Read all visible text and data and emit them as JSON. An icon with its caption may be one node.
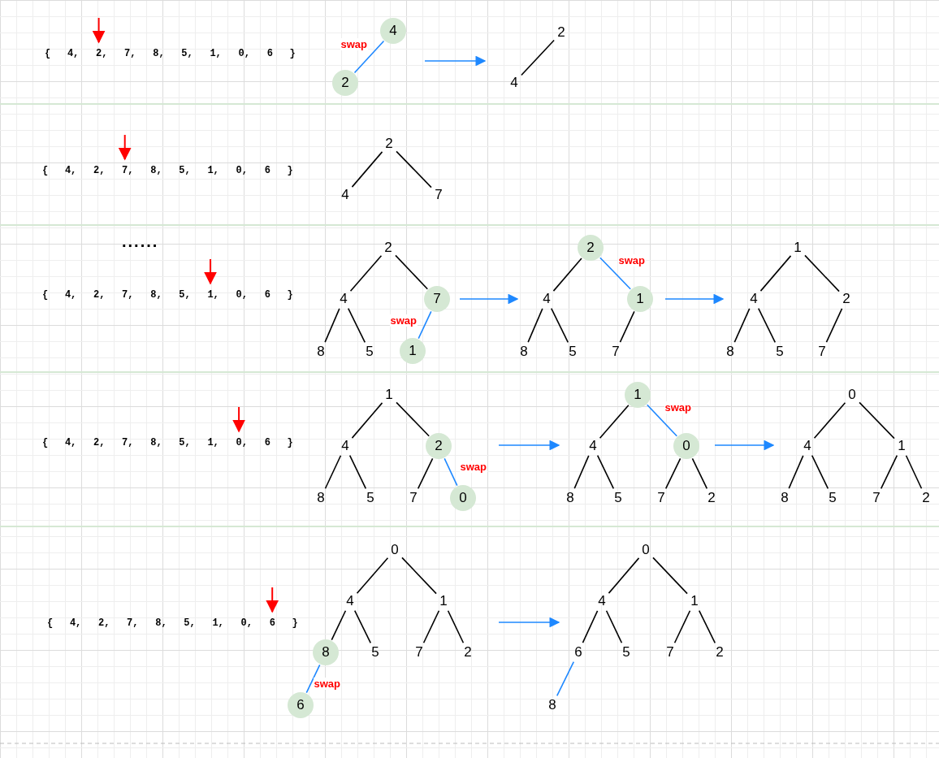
{
  "diagram": {
    "nodes": [
      {
        "text": [
          "4"
        ]
      },
      {
        "text": [
          "2"
        ]
      },
      {
        "text": [
          "2"
        ]
      },
      {
        "text": [
          "4"
        ]
      },
      {
        "text": [
          "2"
        ]
      },
      {
        "text": [
          "4"
        ]
      },
      {
        "text": [
          "7"
        ]
      },
      {
        "text": [
          "2"
        ]
      },
      {
        "text": [
          "4"
        ]
      },
      {
        "text": [
          "7"
        ]
      },
      {
        "text": [
          "8"
        ]
      },
      {
        "text": [
          "5"
        ]
      },
      {
        "text": [
          "1"
        ]
      },
      {
        "text": [
          "2"
        ]
      },
      {
        "text": [
          "4"
        ]
      },
      {
        "text": [
          "1"
        ]
      },
      {
        "text": [
          "8"
        ]
      },
      {
        "text": [
          "5"
        ]
      },
      {
        "text": [
          "7"
        ]
      },
      {
        "text": [
          "1"
        ]
      },
      {
        "text": [
          "4"
        ]
      },
      {
        "text": [
          "2"
        ]
      },
      {
        "text": [
          "8"
        ]
      },
      {
        "text": [
          "5"
        ]
      },
      {
        "text": [
          "7"
        ]
      },
      {
        "text": [
          "1"
        ]
      },
      {
        "text": [
          "4"
        ]
      },
      {
        "text": [
          "2"
        ]
      },
      {
        "text": [
          "8"
        ]
      },
      {
        "text": [
          "5"
        ]
      },
      {
        "text": [
          "7"
        ]
      },
      {
        "text": [
          "0"
        ]
      },
      {
        "text": [
          "1"
        ]
      },
      {
        "text": [
          "4"
        ]
      },
      {
        "text": [
          "0"
        ]
      },
      {
        "text": [
          "8"
        ]
      },
      {
        "text": [
          "5"
        ]
      },
      {
        "text": [
          "7"
        ]
      },
      {
        "text": [
          "2"
        ]
      },
      {
        "text": [
          "0"
        ]
      },
      {
        "text": [
          "4"
        ]
      },
      {
        "text": [
          "1"
        ]
      },
      {
        "text": [
          "8"
        ]
      },
      {
        "text": [
          "5"
        ]
      },
      {
        "text": [
          "7"
        ]
      },
      {
        "text": [
          "2"
        ]
      },
      {
        "text": [
          "0"
        ]
      },
      {
        "text": [
          "4"
        ]
      },
      {
        "text": [
          "1"
        ]
      },
      {
        "text": [
          "8"
        ]
      },
      {
        "text": [
          "5"
        ]
      },
      {
        "text": [
          "7"
        ]
      },
      {
        "text": [
          "2"
        ]
      },
      {
        "text": [
          "6"
        ]
      },
      {
        "text": [
          "0"
        ]
      },
      {
        "text": [
          "4"
        ]
      },
      {
        "text": [
          "1"
        ]
      },
      {
        "text": [
          "6"
        ]
      },
      {
        "text": [
          "5"
        ]
      },
      {
        "text": [
          "7"
        ]
      },
      {
        "text": [
          "2"
        ]
      },
      {
        "text": [
          "8"
        ]
      }
    ],
    "edges": [
      {
        "from": 0,
        "to": 1,
        "arrow": "none",
        "label": "swap",
        "color": "#1e88ff"
      },
      {
        "from": 2,
        "to": 3,
        "arrow": "none"
      },
      {
        "from": 4,
        "to": 5,
        "arrow": "none"
      },
      {
        "from": 4,
        "to": 6,
        "arrow": "none"
      },
      {
        "from": 7,
        "to": 8,
        "arrow": "none"
      },
      {
        "from": 7,
        "to": 9,
        "arrow": "none"
      },
      {
        "from": 8,
        "to": 10,
        "arrow": "none"
      },
      {
        "from": 8,
        "to": 11,
        "arrow": "none"
      },
      {
        "from": 9,
        "to": 12,
        "arrow": "none",
        "label": "swap",
        "color": "#1e88ff"
      },
      {
        "from": 13,
        "to": 14,
        "arrow": "none"
      },
      {
        "from": 13,
        "to": 15,
        "arrow": "none",
        "label": "swap",
        "color": "#1e88ff"
      },
      {
        "from": 14,
        "to": 16,
        "arrow": "none"
      },
      {
        "from": 14,
        "to": 17,
        "arrow": "none"
      },
      {
        "from": 15,
        "to": 18,
        "arrow": "none"
      },
      {
        "from": 19,
        "to": 20,
        "arrow": "none"
      },
      {
        "from": 19,
        "to": 21,
        "arrow": "none"
      },
      {
        "from": 20,
        "to": 22,
        "arrow": "none"
      },
      {
        "from": 20,
        "to": 23,
        "arrow": "none"
      },
      {
        "from": 21,
        "to": 24,
        "arrow": "none"
      },
      {
        "from": 25,
        "to": 26,
        "arrow": "none"
      },
      {
        "from": 25,
        "to": 27,
        "arrow": "none"
      },
      {
        "from": 26,
        "to": 28,
        "arrow": "none"
      },
      {
        "from": 26,
        "to": 29,
        "arrow": "none"
      },
      {
        "from": 27,
        "to": 30,
        "arrow": "none"
      },
      {
        "from": 27,
        "to": 31,
        "arrow": "none",
        "label": "swap",
        "color": "#1e88ff"
      },
      {
        "from": 32,
        "to": 33,
        "arrow": "none"
      },
      {
        "from": 32,
        "to": 34,
        "arrow": "none",
        "label": "swap",
        "color": "#1e88ff"
      },
      {
        "from": 33,
        "to": 35,
        "arrow": "none"
      },
      {
        "from": 33,
        "to": 36,
        "arrow": "none"
      },
      {
        "from": 34,
        "to": 37,
        "arrow": "none"
      },
      {
        "from": 34,
        "to": 38,
        "arrow": "none"
      },
      {
        "from": 39,
        "to": 40,
        "arrow": "none"
      },
      {
        "from": 39,
        "to": 41,
        "arrow": "none"
      },
      {
        "from": 40,
        "to": 42,
        "arrow": "none"
      },
      {
        "from": 40,
        "to": 43,
        "arrow": "none"
      },
      {
        "from": 41,
        "to": 44,
        "arrow": "none"
      },
      {
        "from": 41,
        "to": 45,
        "arrow": "none"
      },
      {
        "from": 46,
        "to": 47,
        "arrow": "none"
      },
      {
        "from": 46,
        "to": 48,
        "arrow": "none"
      },
      {
        "from": 47,
        "to": 49,
        "arrow": "none"
      },
      {
        "from": 47,
        "to": 50,
        "arrow": "none"
      },
      {
        "from": 48,
        "to": 51,
        "arrow": "none"
      },
      {
        "from": 48,
        "to": 52,
        "arrow": "none"
      },
      {
        "from": 49,
        "to": 53,
        "arrow": "none",
        "label": "swap",
        "color": "#1e88ff"
      },
      {
        "from": 54,
        "to": 55,
        "arrow": "none"
      },
      {
        "from": 54,
        "to": 56,
        "arrow": "none"
      },
      {
        "from": 55,
        "to": 57,
        "arrow": "none"
      },
      {
        "from": 55,
        "to": 58,
        "arrow": "none"
      },
      {
        "from": 56,
        "to": 59,
        "arrow": "none"
      },
      {
        "from": 56,
        "to": 60,
        "arrow": "none"
      },
      {
        "from": 57,
        "to": 61,
        "arrow": "none",
        "color": "#1e88ff"
      }
    ],
    "labels": [
      "{ 4, 2, 7, 8, 5, 1, 0, 6 }",
      "{ 4, 2, 7, 8, 5, 1, 0, 6 }",
      "......",
      "{ 4, 2, 7, 8, 5, 1, 0, 6 }",
      "{ 4, 2, 7, 8, 5, 1, 0, 6 }",
      "{ 4, 2, 7, 8, 5, 1, 0, 6 }"
    ]
  }
}
